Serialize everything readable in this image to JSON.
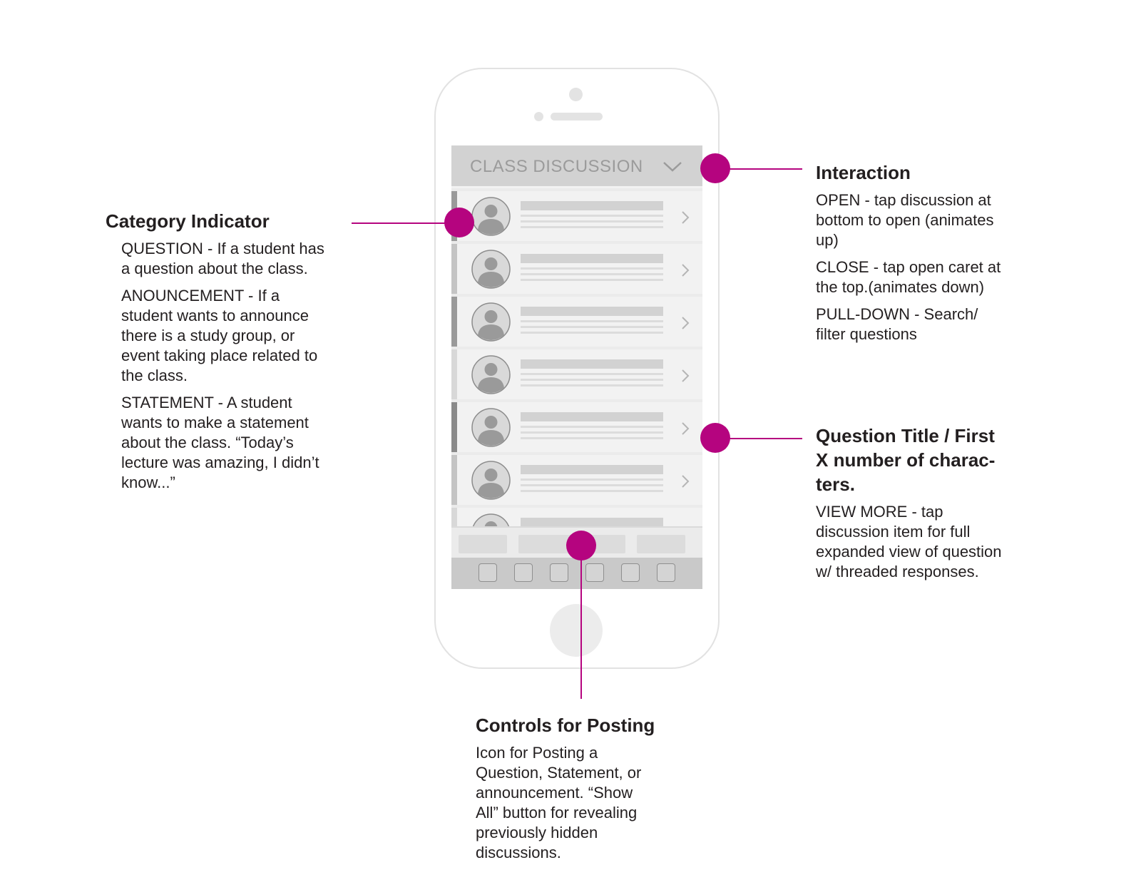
{
  "screen": {
    "title": "CLASS DISCUSSION",
    "rows": [
      {
        "category_color": "#9a9a9a"
      },
      {
        "category_color": "#c4c4c4"
      },
      {
        "category_color": "#9a9a9a"
      },
      {
        "category_color": "#d8d8d8"
      },
      {
        "category_color": "#8a8a8a"
      },
      {
        "category_color": "#c4c4c4"
      },
      {
        "category_color": "#d8d8d8"
      }
    ],
    "tabs": 4,
    "icon_buttons": 6
  },
  "colors": {
    "accent": "#b5047f",
    "header_bg": "#d2d2d2",
    "row_bg": "#f2f2f2"
  },
  "annotations": {
    "category": {
      "heading": "Category Indicator",
      "items": [
        "QUESTION - If a student has\n a question about the class.",
        "ANOUNCEMENT - If a\n student wants to announce\n there is a study group, or\n event taking place related to\n the class.",
        "STATEMENT - A student\n wants to make a statement\n about the class. “Today’s\n lecture was amazing, I didn’t\n know...”"
      ]
    },
    "interaction": {
      "heading": "Interaction",
      "items": [
        "OPEN - tap discussion at\nbottom to open (animates\nup)",
        "CLOSE - tap open caret at\nthe top.(animates down)",
        "PULL-DOWN - Search/\nfilter questions"
      ]
    },
    "question_title": {
      "heading": "Question Title / First\nX number of charac-\nters.",
      "items": [
        "VIEW MORE - tap\ndiscussion item for full\nexpanded view of question\nw/ threaded responses."
      ]
    },
    "controls": {
      "heading": "Controls for Posting",
      "items": [
        "Icon for Posting a\nQuestion, Statement, or\nannouncement. “Show\nAll” button for revealing\npreviously hidden\ndiscussions."
      ]
    }
  }
}
